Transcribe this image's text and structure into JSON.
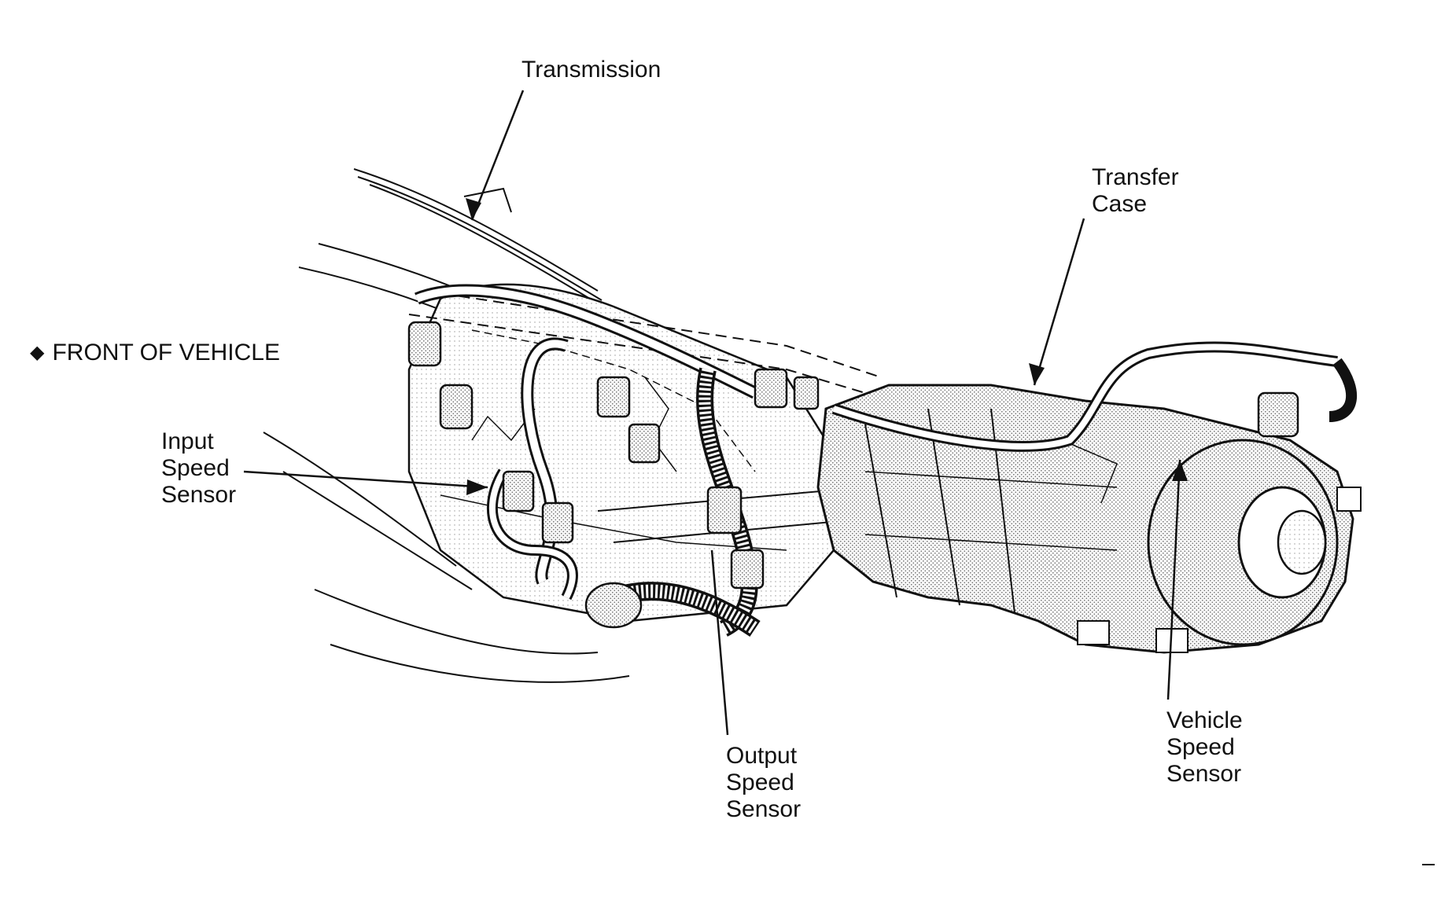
{
  "labels": {
    "transmission": "Transmission",
    "transfer_case": [
      "Transfer",
      "Case"
    ],
    "front_of_vehicle": "FRONT OF VEHICLE",
    "input_speed_sensor": [
      "Input",
      "Speed",
      "Sensor"
    ],
    "output_speed_sensor": [
      "Output",
      "Speed",
      "Sensor"
    ],
    "vehicle_speed_sensor": [
      "Vehicle",
      "Speed",
      "Sensor"
    ]
  },
  "icons": {
    "front_arrow": "◆"
  },
  "colors": {
    "line": "#111111",
    "background": "#ffffff",
    "stipple": "#9a9a9a"
  }
}
